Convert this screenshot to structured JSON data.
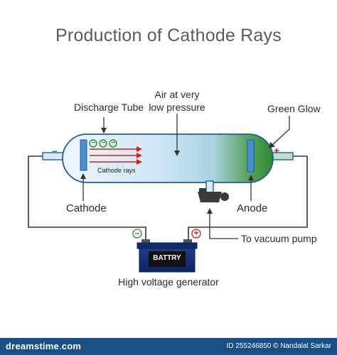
{
  "title": "Production of Cathode Rays",
  "labels": {
    "discharge_tube": "Discharge Tube",
    "air_line1": "Air at very",
    "air_line2": "low pressure",
    "green_glow": "Green Glow",
    "cathode_rays": "Cathode rays",
    "cathode": "Cathode",
    "anode": "Anode",
    "vacuum_pump": "To vacuum pump",
    "battery": "BATTRY",
    "generator": "High voltage generator",
    "minus_sign": "–",
    "plus_sign": "+",
    "electron_symbol": "−"
  },
  "footer": {
    "brand_left": "dreamstime",
    "brand_dot": ".",
    "brand_right": "com",
    "credit": "ID 255246850 © Nandalal Sarkar"
  },
  "colors": {
    "tube_outline": "#1f5f9f",
    "tube_fill": "#d6ebf7",
    "green_glow": "#2f8a2f",
    "electrode": "#4a8fd0",
    "ray": "#d42020",
    "wire": "#333333",
    "footer_bg": "#1a4f86"
  }
}
